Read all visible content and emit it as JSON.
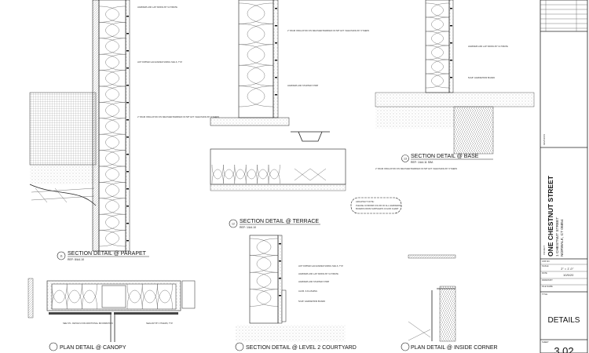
{
  "sheet": {
    "details": [
      {
        "number": "11",
        "title": "SECTION DETAIL @ PARAPET",
        "ref": "REF: 8/A4.10"
      },
      {
        "number": "12",
        "title": "SECTION DETAIL @ TERRACE",
        "ref": "REF: 1/A4.10"
      },
      {
        "number": "13",
        "title": "SECTION DETAIL @ BASE",
        "ref": "REF: 1/A4.11 SIM."
      },
      {
        "number": "",
        "title": "PLAN DETAIL @ CANOPY",
        "ref": ""
      },
      {
        "number": "",
        "title": "SECTION DETAIL @ LEVEL 2 COURTYARD",
        "ref": ""
      },
      {
        "number": "",
        "title": "PLAN DETAIL @ INSIDE CORNER",
        "ref": ""
      }
    ],
    "architect_note": {
      "heading": "ARCHITECT NOTE:",
      "line1": "PLEASE CONFIRM COLOR OF ALL HARDIEPAN",
      "line2": "BOARDS FROM SUPPLIER'S COLOR CHART"
    },
    "notes": {
      "hardie_lap": "HARDIEPLANK LAP SIDING BY ULTIMATE",
      "hot_dipped": "HOT DIPPED GALVANIZED SIDING NAILS, TYP.",
      "rigid_insulation": "2\" RIGID INSULATION ON WEATHER BARRIER ON 5/8\" EXT. SHEATHING BY OTHERS",
      "starter_strip": "HARDIEPLANK STARTER STRIP",
      "flashing": "ALUM. Z-FLASHING",
      "trim_board": "5/4x8\" HARDIETRIM BOARD",
      "see_structural": "SEE STL. DETAILS FOR ADDITIONAL INFORMATION",
      "sealant": "SEALANT BY OTHERS, TYP."
    }
  },
  "title_block": {
    "revisions_label": "REVISIONS",
    "project_label": "PROJECT",
    "project_name": "ONE CHESTNUT STREET",
    "address1": "1 CHESTNUT STREET",
    "address2": "NORWALK, CT 06854",
    "job_no_label": "JOB NO.",
    "scale_label": "SCALE",
    "scale_value": "3\" = 1'-0\"",
    "date_label": "DATE",
    "date_value": "10/5/20",
    "drawn_by_label": "DRAWN BY",
    "file_name_label": "FILE NAME",
    "title_label": "TITLE",
    "title_value": "DETAILS",
    "sheet_label": "SHEET",
    "sheet_value": "3.02"
  }
}
